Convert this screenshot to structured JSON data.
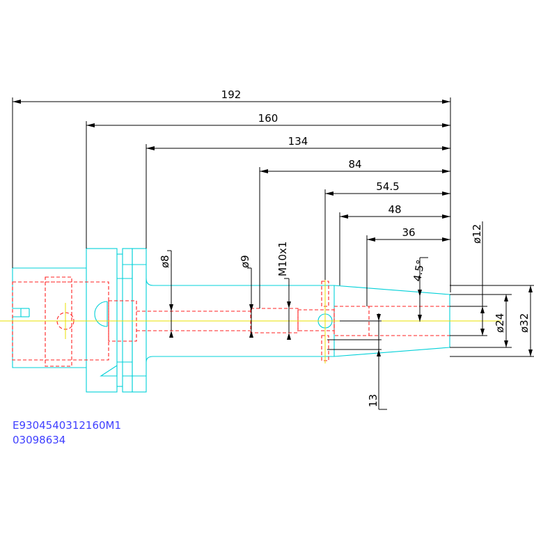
{
  "dimensions": {
    "d192": "192",
    "d160": "160",
    "d134": "134",
    "d84": "84",
    "d54_5": "54.5",
    "d48": "48",
    "d36": "36",
    "dia8": "ø8",
    "dia9": "ø9",
    "thread": "M10x1",
    "dia12": "ø12",
    "dia24": "ø24",
    "dia32": "ø32",
    "angle": "4.5°",
    "d13": "13"
  },
  "part": {
    "code": "E9304540312160M1",
    "number": "03098634"
  },
  "colors": {
    "outline": "#00d0d8",
    "hidden": "#ff2020",
    "centerline": "#e8e000",
    "dimension": "#000000",
    "label": "#4040ff"
  }
}
